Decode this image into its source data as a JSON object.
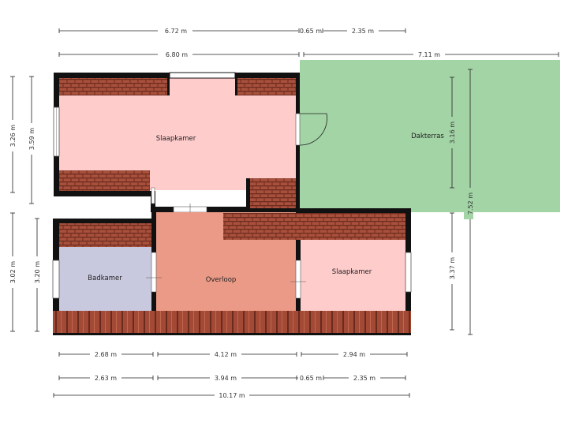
{
  "rooms": {
    "slaapkamer_1": "Slaapkamer",
    "dakterras": "Dakterras",
    "badkamer": "Badkamer",
    "overloop": "Overloop",
    "slaapkamer_2": "Slaapkamer"
  },
  "dimensions": {
    "top_row_1": [
      "6.72 m",
      "0.65 m",
      "2.35 m"
    ],
    "top_row_2": [
      "6.80 m",
      "7.11 m"
    ],
    "left_outer": [
      "3.26 m",
      "3.02 m"
    ],
    "left_inner": [
      "3.59 m",
      "3.20 m"
    ],
    "terrace_height": "3.16 m",
    "right_inner": "3.37 m",
    "right_total": "7.52 m",
    "bottom_row_1": [
      "2.68 m",
      "4.12 m",
      "2.94 m"
    ],
    "bottom_row_2": [
      "2.63 m",
      "3.94 m",
      "0.65 m",
      "2.35 m"
    ],
    "bottom_total": "10.17 m"
  },
  "colors": {
    "slaapkamer": "#ffcccc",
    "dakterras": "#a3d4a6",
    "badkamer": "#c8c8de",
    "overloop": "#ec9a88",
    "roof": "#a9503d",
    "wall": "#111111"
  }
}
